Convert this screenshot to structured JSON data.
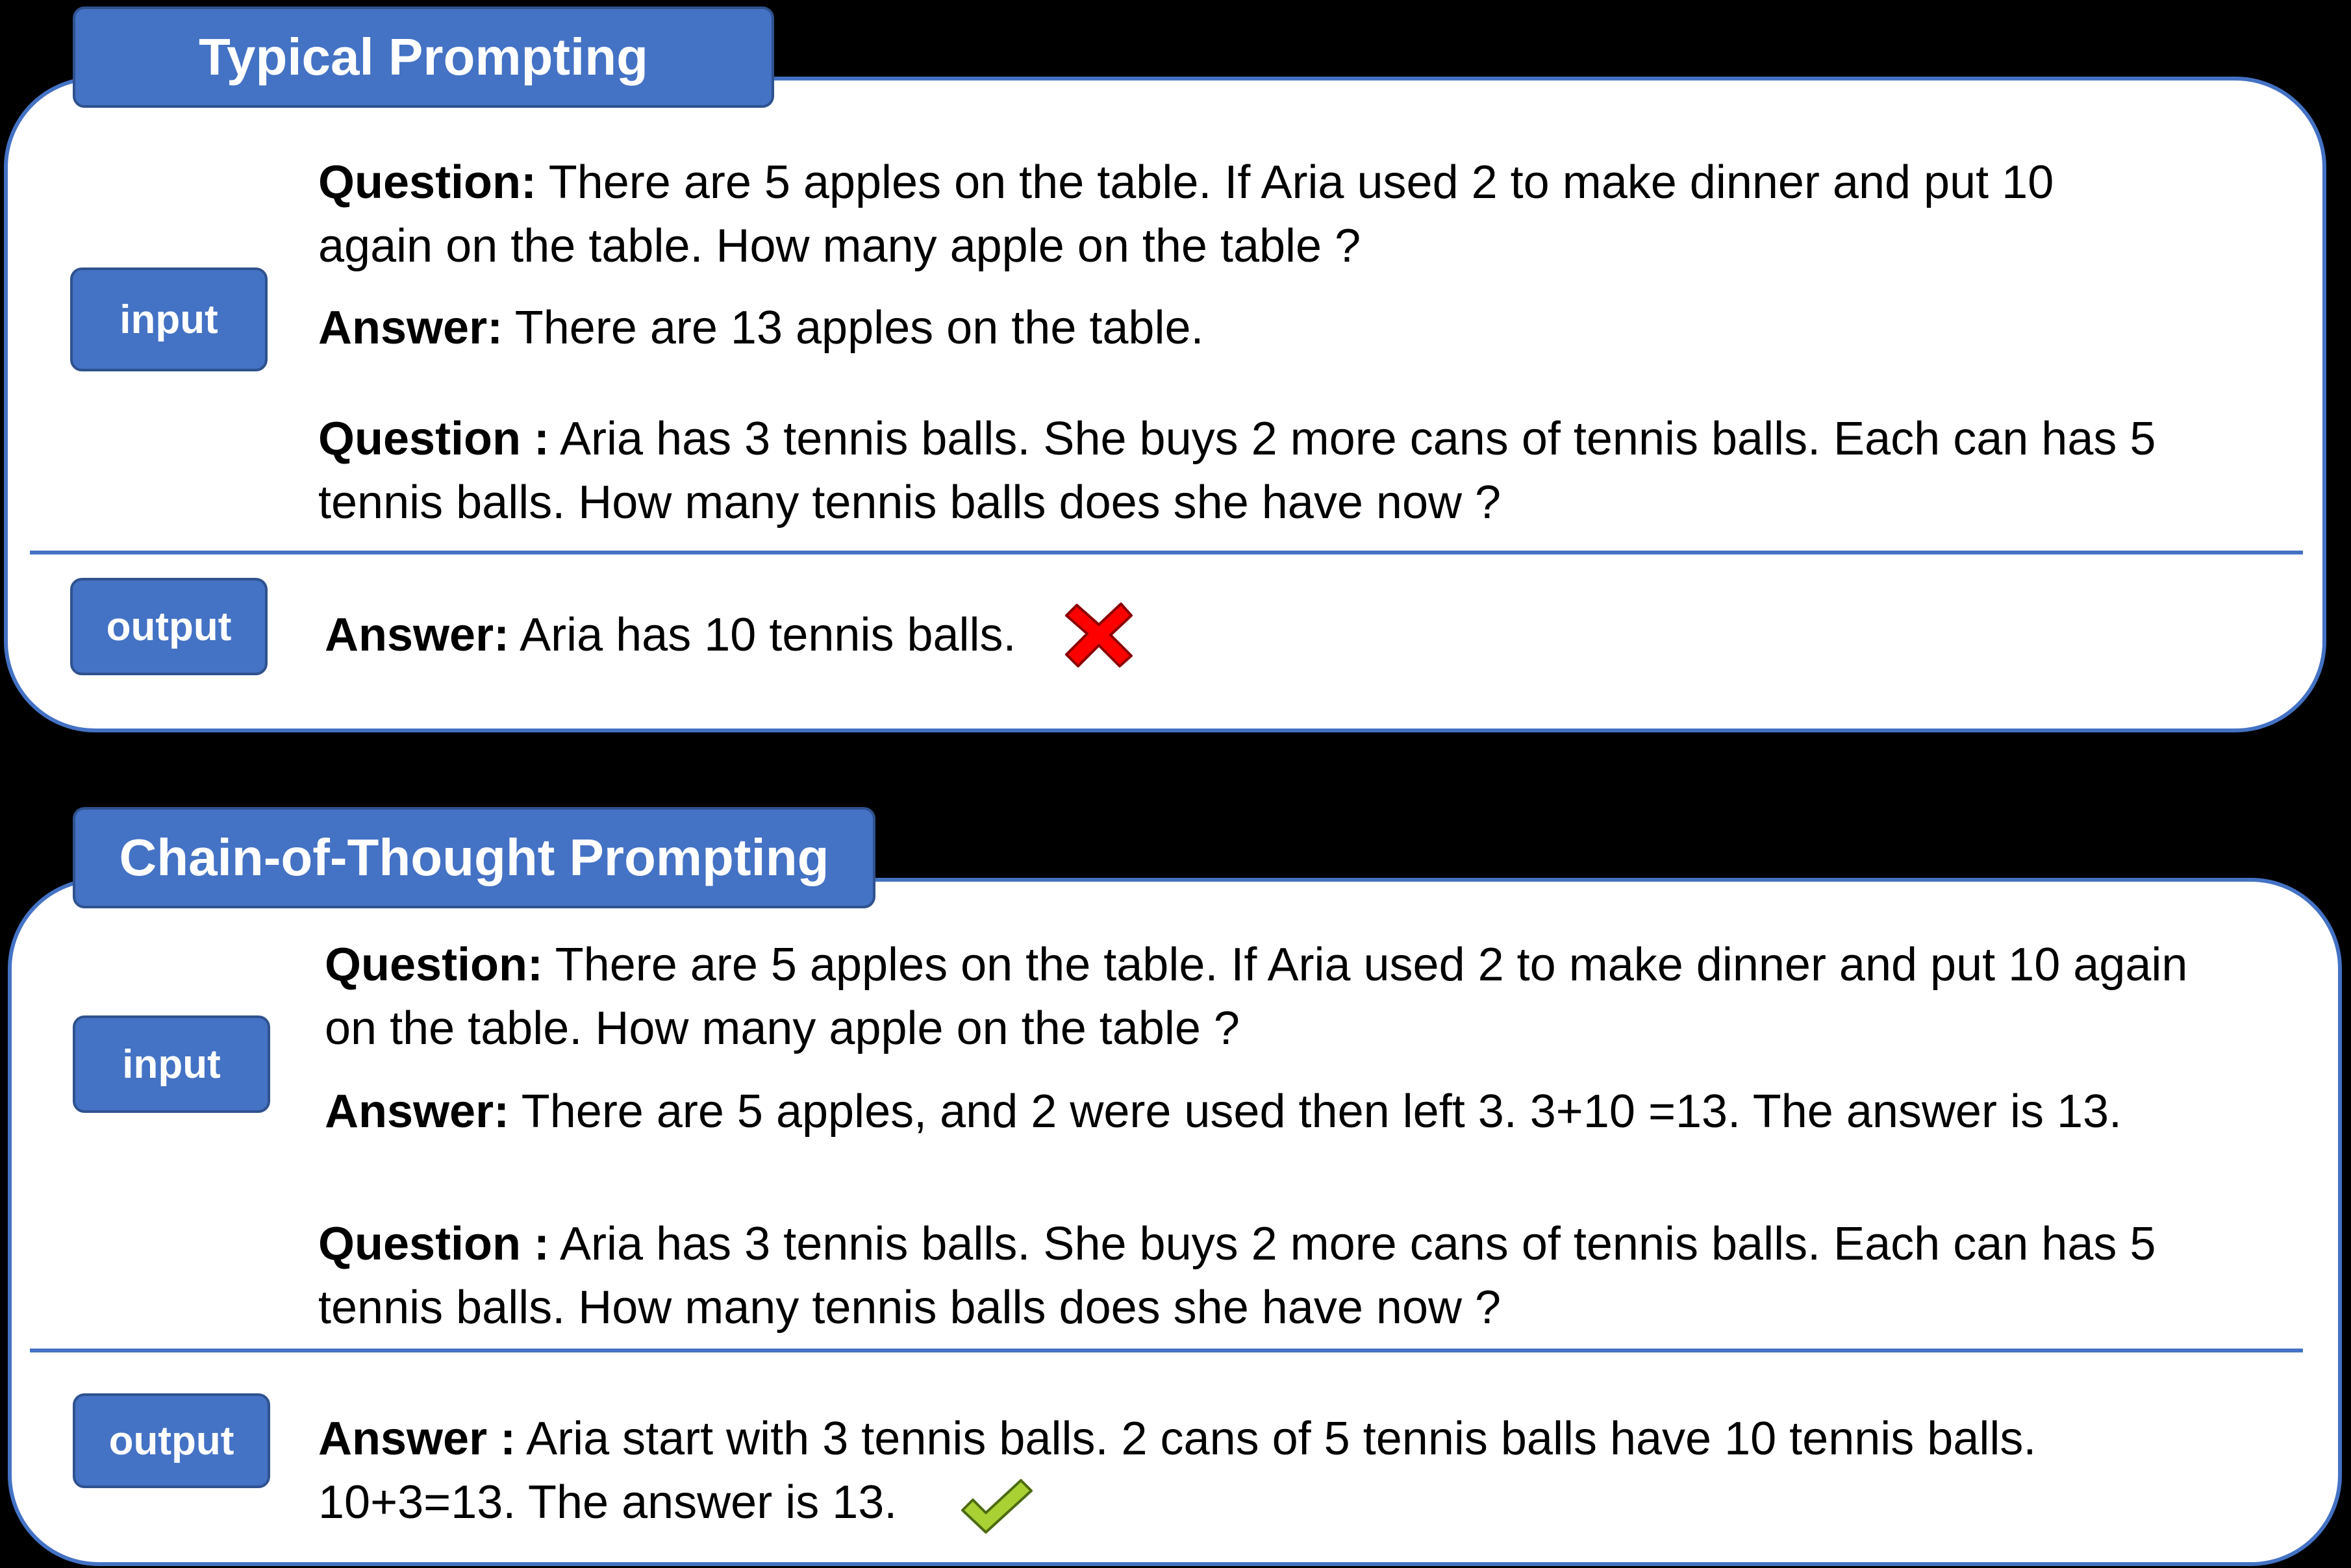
{
  "typical": {
    "title": "Typical Prompting",
    "input_label": "input",
    "output_label": "output",
    "q1_label": "Question:",
    "q1_line1": " There are 5 apples on the table. If Aria used 2 to make dinner and put 10",
    "q1_line2": "again on the table. How many apple on the table ?",
    "a1_label": "Answer:",
    "a1_text": " There are 13 apples on the table.",
    "q2_label": "Question :",
    "q2_line1": " Aria has 3 tennis balls. She buys 2 more cans of tennis balls. Each can has 5",
    "q2_line2": "tennis balls. How many tennis balls does she have now ?",
    "out_label": "Answer:",
    "out_text": " Aria has 10 tennis balls.",
    "result_icon": "red-x-icon",
    "result_color": "#ff0000"
  },
  "cot": {
    "title": "Chain-of-Thought Prompting",
    "input_label": "input",
    "output_label": "output",
    "q1_label": "Question:",
    "q1_line1": " There are 5 apples on the table. If Aria used 2 to make dinner and put 10 again",
    "q1_line2": "on the table. How many apple on the table ?",
    "a1_label": "Answer:",
    "a1_text": " There are 5 apples, and 2 were used then left 3. 3+10 =13. The answer is 13.",
    "q2_label": "Question :",
    "q2_line1": " Aria has 3 tennis balls. She buys 2 more cans of tennis balls. Each can has 5",
    "q2_line2": "tennis balls. How many tennis balls does she have now ?",
    "out_label": "Answer :",
    "out_line1": " Aria  start with 3 tennis balls. 2 cans of 5 tennis balls  have 10 tennis balls.",
    "out_line2": "10+3=13. The answer is 13.",
    "result_icon": "green-check-icon",
    "result_color": "#a9d134"
  },
  "colors": {
    "accent": "#4472c4",
    "tab_border": "#2f528f",
    "background": "#000000"
  }
}
